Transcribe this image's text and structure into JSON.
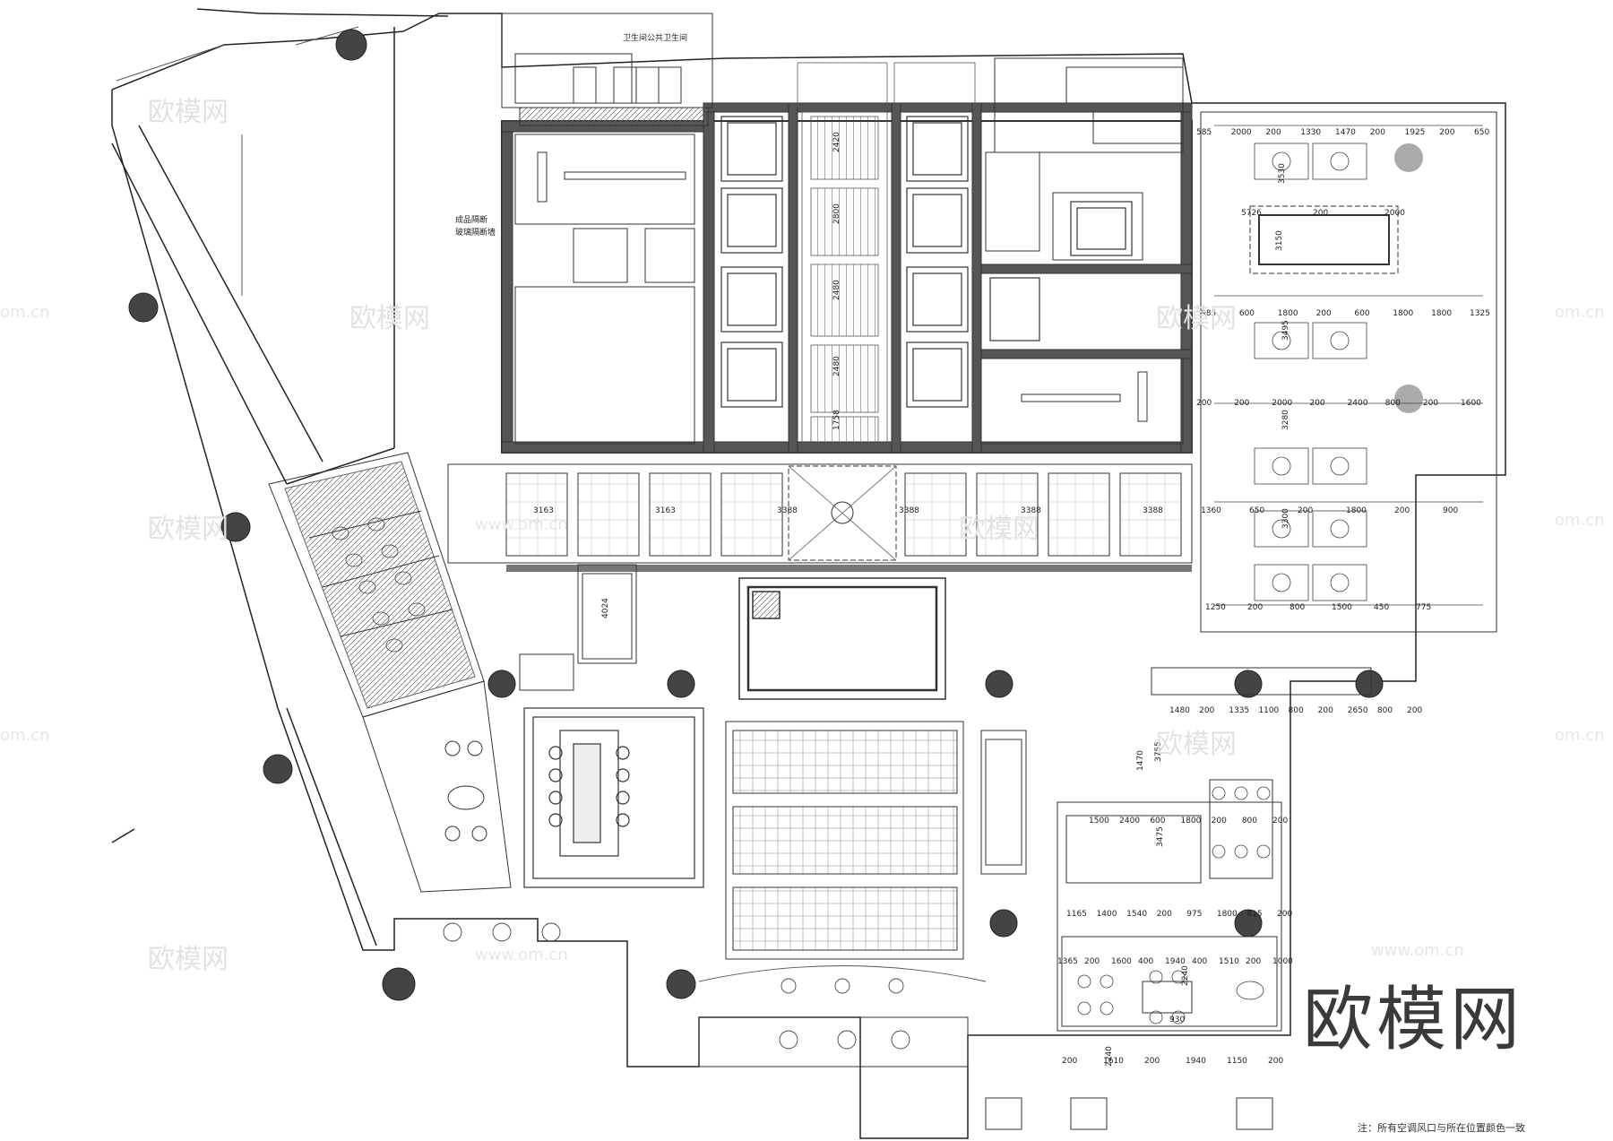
{
  "watermark": {
    "brand": "欧模网",
    "domain": "www.om.cn",
    "short_domain": "om.cn"
  },
  "labels": {
    "top_room": "卫生间公共卫生间",
    "side_note_1": "成品隔断",
    "side_note_2": "玻璃隔断墙",
    "footer_note": "注：所有空调风口与所在位置颜色一致"
  },
  "dimensions": {
    "office_top_row": [
      "585",
      "2000",
      "200",
      "1330",
      "1470",
      "200",
      "1925",
      "200",
      "650"
    ],
    "office_row_2": [
      "5726",
      "200",
      "2000"
    ],
    "office_row_3": [
      "985",
      "600",
      "1800",
      "200",
      "600",
      "1800",
      "1800",
      "1325"
    ],
    "office_row_4": [
      "200",
      "200",
      "2000",
      "200",
      "2400",
      "800",
      "200",
      "1600"
    ],
    "office_row_5": [
      "1360",
      "650",
      "200",
      "1800",
      "200",
      "900"
    ],
    "office_row_6": [
      "1250",
      "200",
      "800",
      "1500",
      "450",
      "775"
    ],
    "corridor_bays": [
      "3163",
      "3163",
      "3388",
      "3388",
      "3388",
      "3388"
    ],
    "lower_right_row_1": [
      "1480",
      "200",
      "1335",
      "1100",
      "800",
      "200",
      "2650",
      "800",
      "200"
    ],
    "lower_right_row_2": [
      "1500",
      "2400",
      "600",
      "1800",
      "200",
      "800",
      "200"
    ],
    "lower_right_row_3": [
      "1165",
      "1400",
      "1540",
      "200",
      "975",
      "1800",
      "815",
      "200"
    ],
    "lower_right_row_4": [
      "1365",
      "200",
      "1600",
      "400",
      "1940",
      "400",
      "1510",
      "200",
      "1000"
    ],
    "lower_right_row_5": [
      "2240",
      "930",
      "2240"
    ],
    "lower_right_row_6": [
      "200",
      "1610",
      "200",
      "1940",
      "1150",
      "200"
    ],
    "vertical_dims": [
      "3530",
      "3150",
      "3495",
      "3280",
      "3300",
      "3755",
      "3475",
      "1470",
      "4024"
    ],
    "core_labels": [
      "2420",
      "2800",
      "2480",
      "2480",
      "1758"
    ]
  }
}
